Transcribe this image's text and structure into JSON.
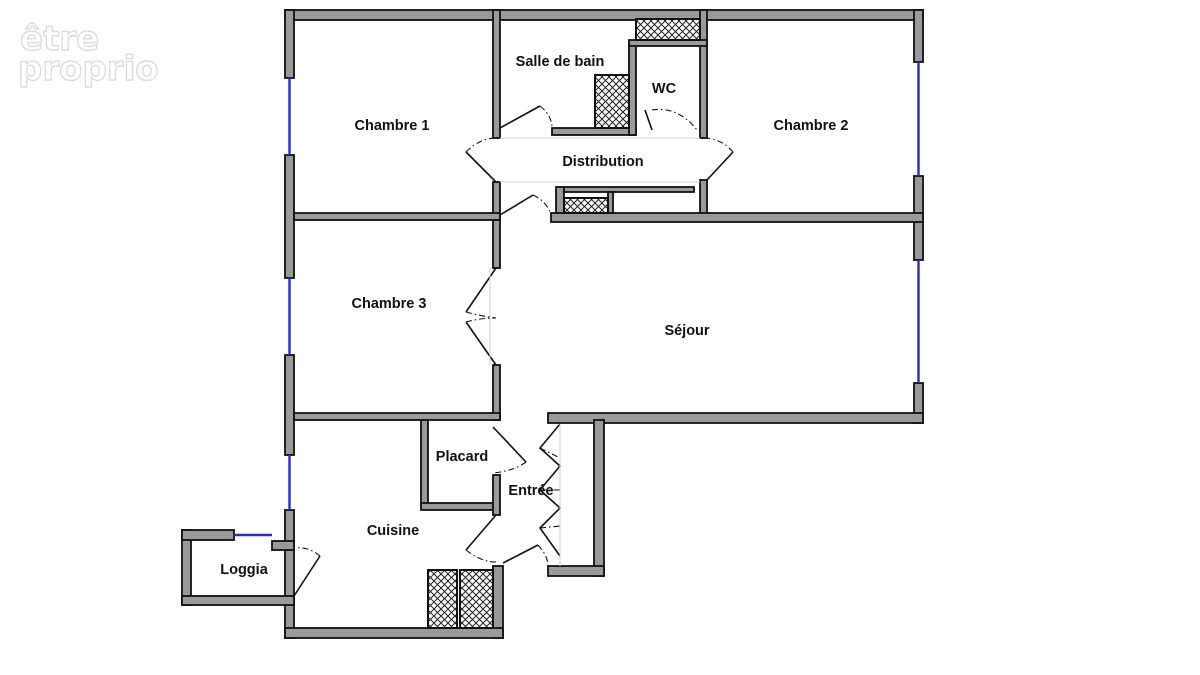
{
  "logo": {
    "line1": "être",
    "line2": "proprio"
  },
  "rooms": {
    "chambre1": "Chambre 1",
    "salle_de_bain": "Salle de bain",
    "wc": "WC",
    "chambre2": "Chambre 2",
    "distribution": "Distribution",
    "chambre3": "Chambre 3",
    "sejour": "Séjour",
    "placard": "Placard",
    "entree": "Entrée",
    "cuisine": "Cuisine",
    "loggia": "Loggia"
  },
  "colors": {
    "wall_fill": "#9a9a9a",
    "wall_outline": "#111111",
    "window": "#2a2ad0",
    "background": "#ffffff"
  }
}
